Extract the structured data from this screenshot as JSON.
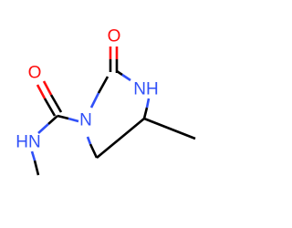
{
  "molecule": {
    "atom_labels": {
      "ketone_oxygen": "O",
      "amide_oxygen": "O",
      "ring_nh": "NH",
      "ring_n": "N",
      "amide_nh": "HN"
    },
    "colors": {
      "bond": "#000000",
      "oxygen": "#ff0d0d",
      "nitrogen": "#3050f8",
      "background": "#ffffff"
    }
  }
}
